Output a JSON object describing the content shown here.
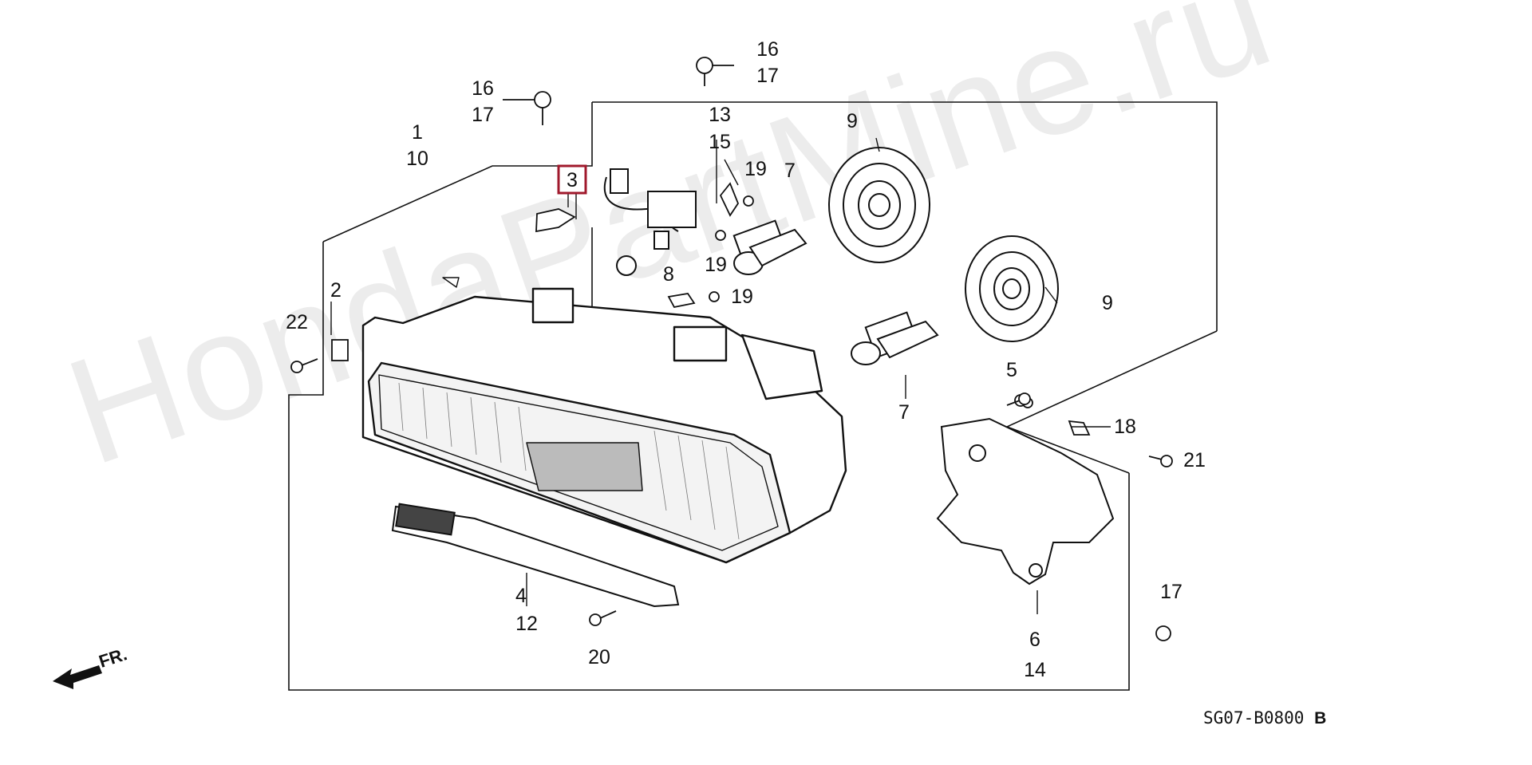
{
  "watermark": "HondaPartMine.ru",
  "diagram_code": "SG07-B0800",
  "diagram_rev": "B",
  "direction_label": "FR.",
  "highlighted_part": "3",
  "parts": {
    "p1": "1",
    "p10": "10",
    "p2": "2",
    "p22": "22",
    "p3": "3",
    "p4": "4",
    "p12": "12",
    "p20": "20",
    "p16a": "16",
    "p17a": "17",
    "p16b": "16",
    "p17b": "17",
    "p13": "13",
    "p15": "15",
    "p19a": "19",
    "p19b": "19",
    "p19c": "19",
    "p8": "8",
    "p7a": "7",
    "p7b": "7",
    "p9a": "9",
    "p9b": "9",
    "p5": "5",
    "p18": "18",
    "p21": "21",
    "p6": "6",
    "p14": "14",
    "p17c": "17"
  }
}
